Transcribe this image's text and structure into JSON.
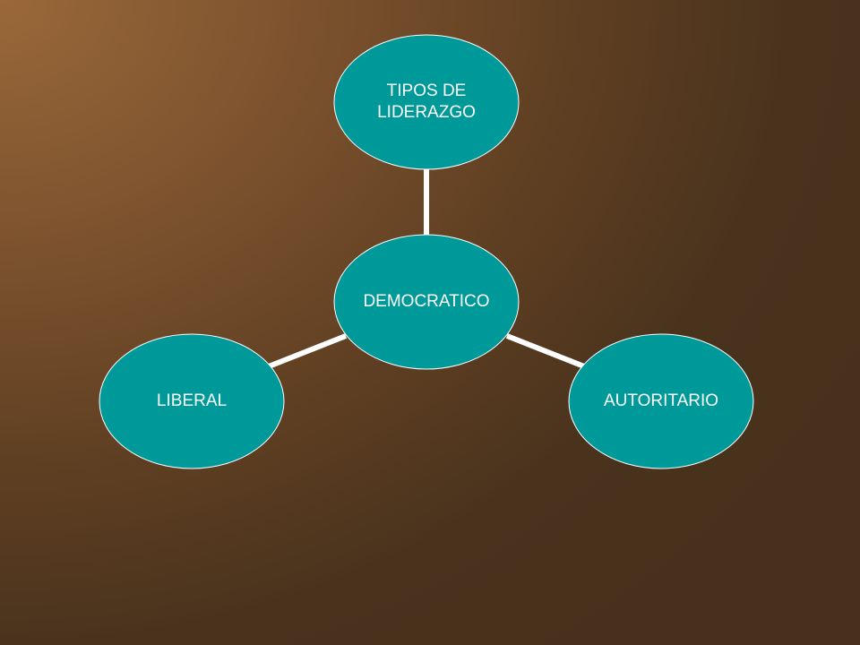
{
  "diagram": {
    "type": "radial",
    "center": {
      "label": "DEMOCRATICO"
    },
    "nodes": [
      {
        "id": "top",
        "label": "TIPOS DE LIDERAZGO"
      },
      {
        "id": "right",
        "label": "AUTORITARIO"
      },
      {
        "id": "left",
        "label": "LIBERAL"
      }
    ],
    "colors": {
      "node_fill": "#009999",
      "node_stroke": "#ffffff",
      "connector": "#ffffff",
      "text": "#ffffff"
    }
  }
}
